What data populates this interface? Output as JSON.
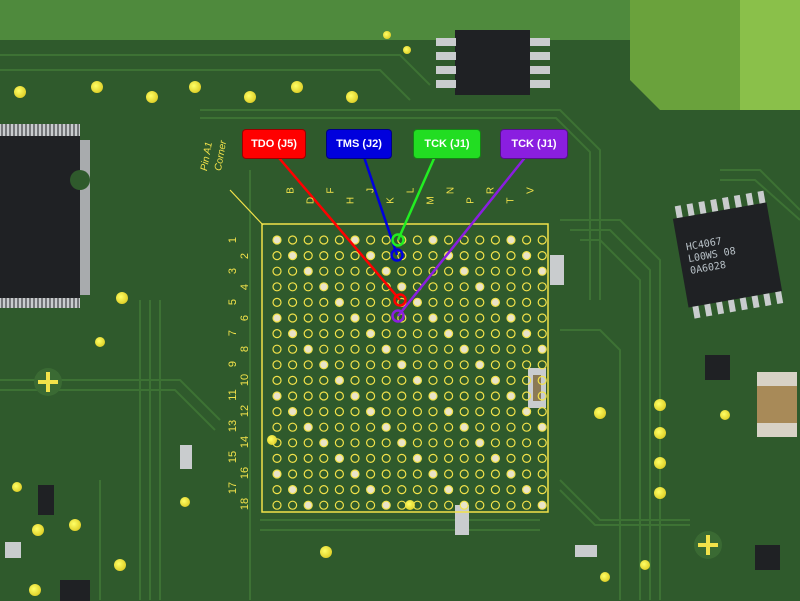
{
  "labels": {
    "tdo": "TDO (J5)",
    "tms": "TMS (J2)",
    "tck_j1_green": "TCK (J1)",
    "tck_j1_purple": "TCK (J1)"
  },
  "colors": {
    "tdo": "#ff0000",
    "tms": "#0000dd",
    "tck_green": "#22ee22",
    "tck_purple": "#8a1ee0",
    "silkscreen": "#f2e24a",
    "board": "#2f5a2c"
  },
  "silkscreen": {
    "pin_a1": "Pin A1",
    "corner": "Corner",
    "columns": [
      "B",
      "D",
      "F",
      "H",
      "J",
      "K",
      "L",
      "M",
      "N",
      "P",
      "R",
      "T",
      "V"
    ],
    "rows": [
      "1",
      "2",
      "3",
      "4",
      "5",
      "6",
      "7",
      "8",
      "9",
      "10",
      "11",
      "12",
      "13",
      "14",
      "15",
      "16",
      "17",
      "18"
    ]
  },
  "chip_marking": [
    "HC4067",
    "L00WS 08",
    "0A6028"
  ]
}
